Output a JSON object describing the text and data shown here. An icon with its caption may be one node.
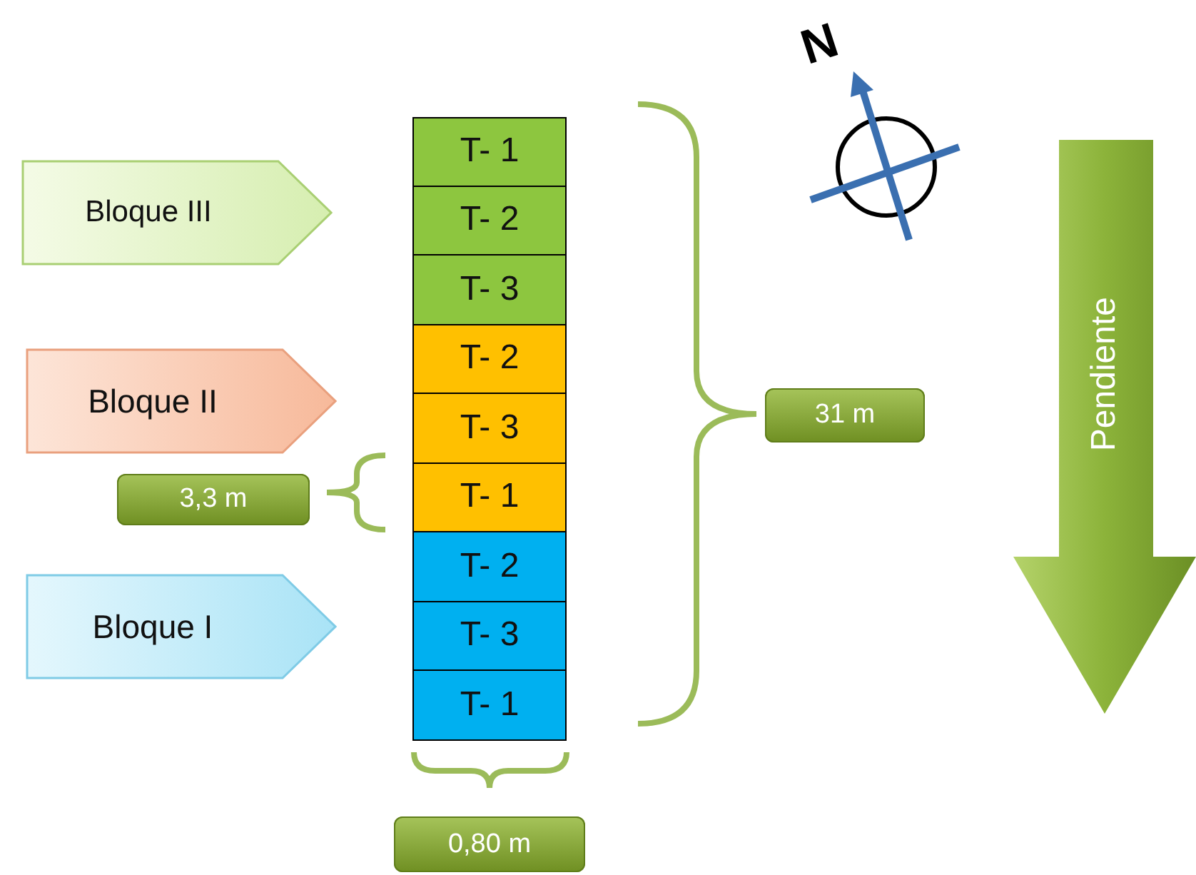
{
  "diagram": {
    "nodes": [
      {
        "text": [
          "Bloque III"
        ]
      },
      {
        "text": [
          "Bloque II"
        ]
      },
      {
        "text": [
          "Bloque I"
        ]
      },
      {
        "text": [
          "T- 1"
        ]
      },
      {
        "text": [
          "T- 2"
        ]
      },
      {
        "text": [
          "T- 3"
        ]
      },
      {
        "text": [
          "T- 2"
        ]
      },
      {
        "text": [
          "T- 3"
        ]
      },
      {
        "text": [
          "T- 1"
        ]
      },
      {
        "text": [
          "T- 2"
        ]
      },
      {
        "text": [
          "T- 3"
        ]
      },
      {
        "text": [
          "T- 1"
        ]
      },
      {
        "text": [
          "3,3 m"
        ]
      },
      {
        "text": [
          "31 m"
        ]
      },
      {
        "text": [
          "0,80 m"
        ]
      },
      {
        "text": [
          "Pendiente"
        ]
      }
    ],
    "labels": [
      "N"
    ]
  }
}
